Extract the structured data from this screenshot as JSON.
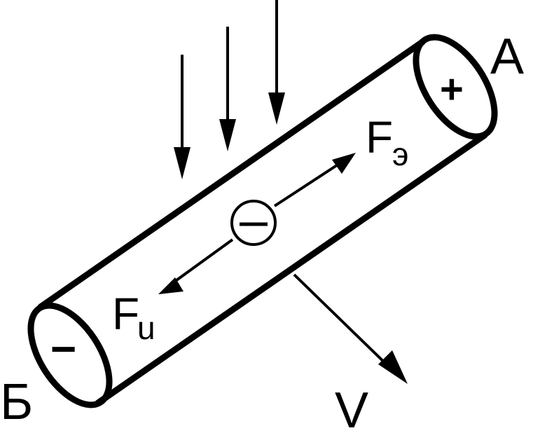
{
  "labels": {
    "end_a": "А",
    "end_b": "Б",
    "plus": "+",
    "minus": "−",
    "velocity": "V",
    "force_e_main": "F",
    "force_e_sub": "э",
    "force_i_main": "F",
    "force_i_sub": "u"
  },
  "colors": {
    "stroke": "#000000",
    "background": "#ffffff"
  }
}
